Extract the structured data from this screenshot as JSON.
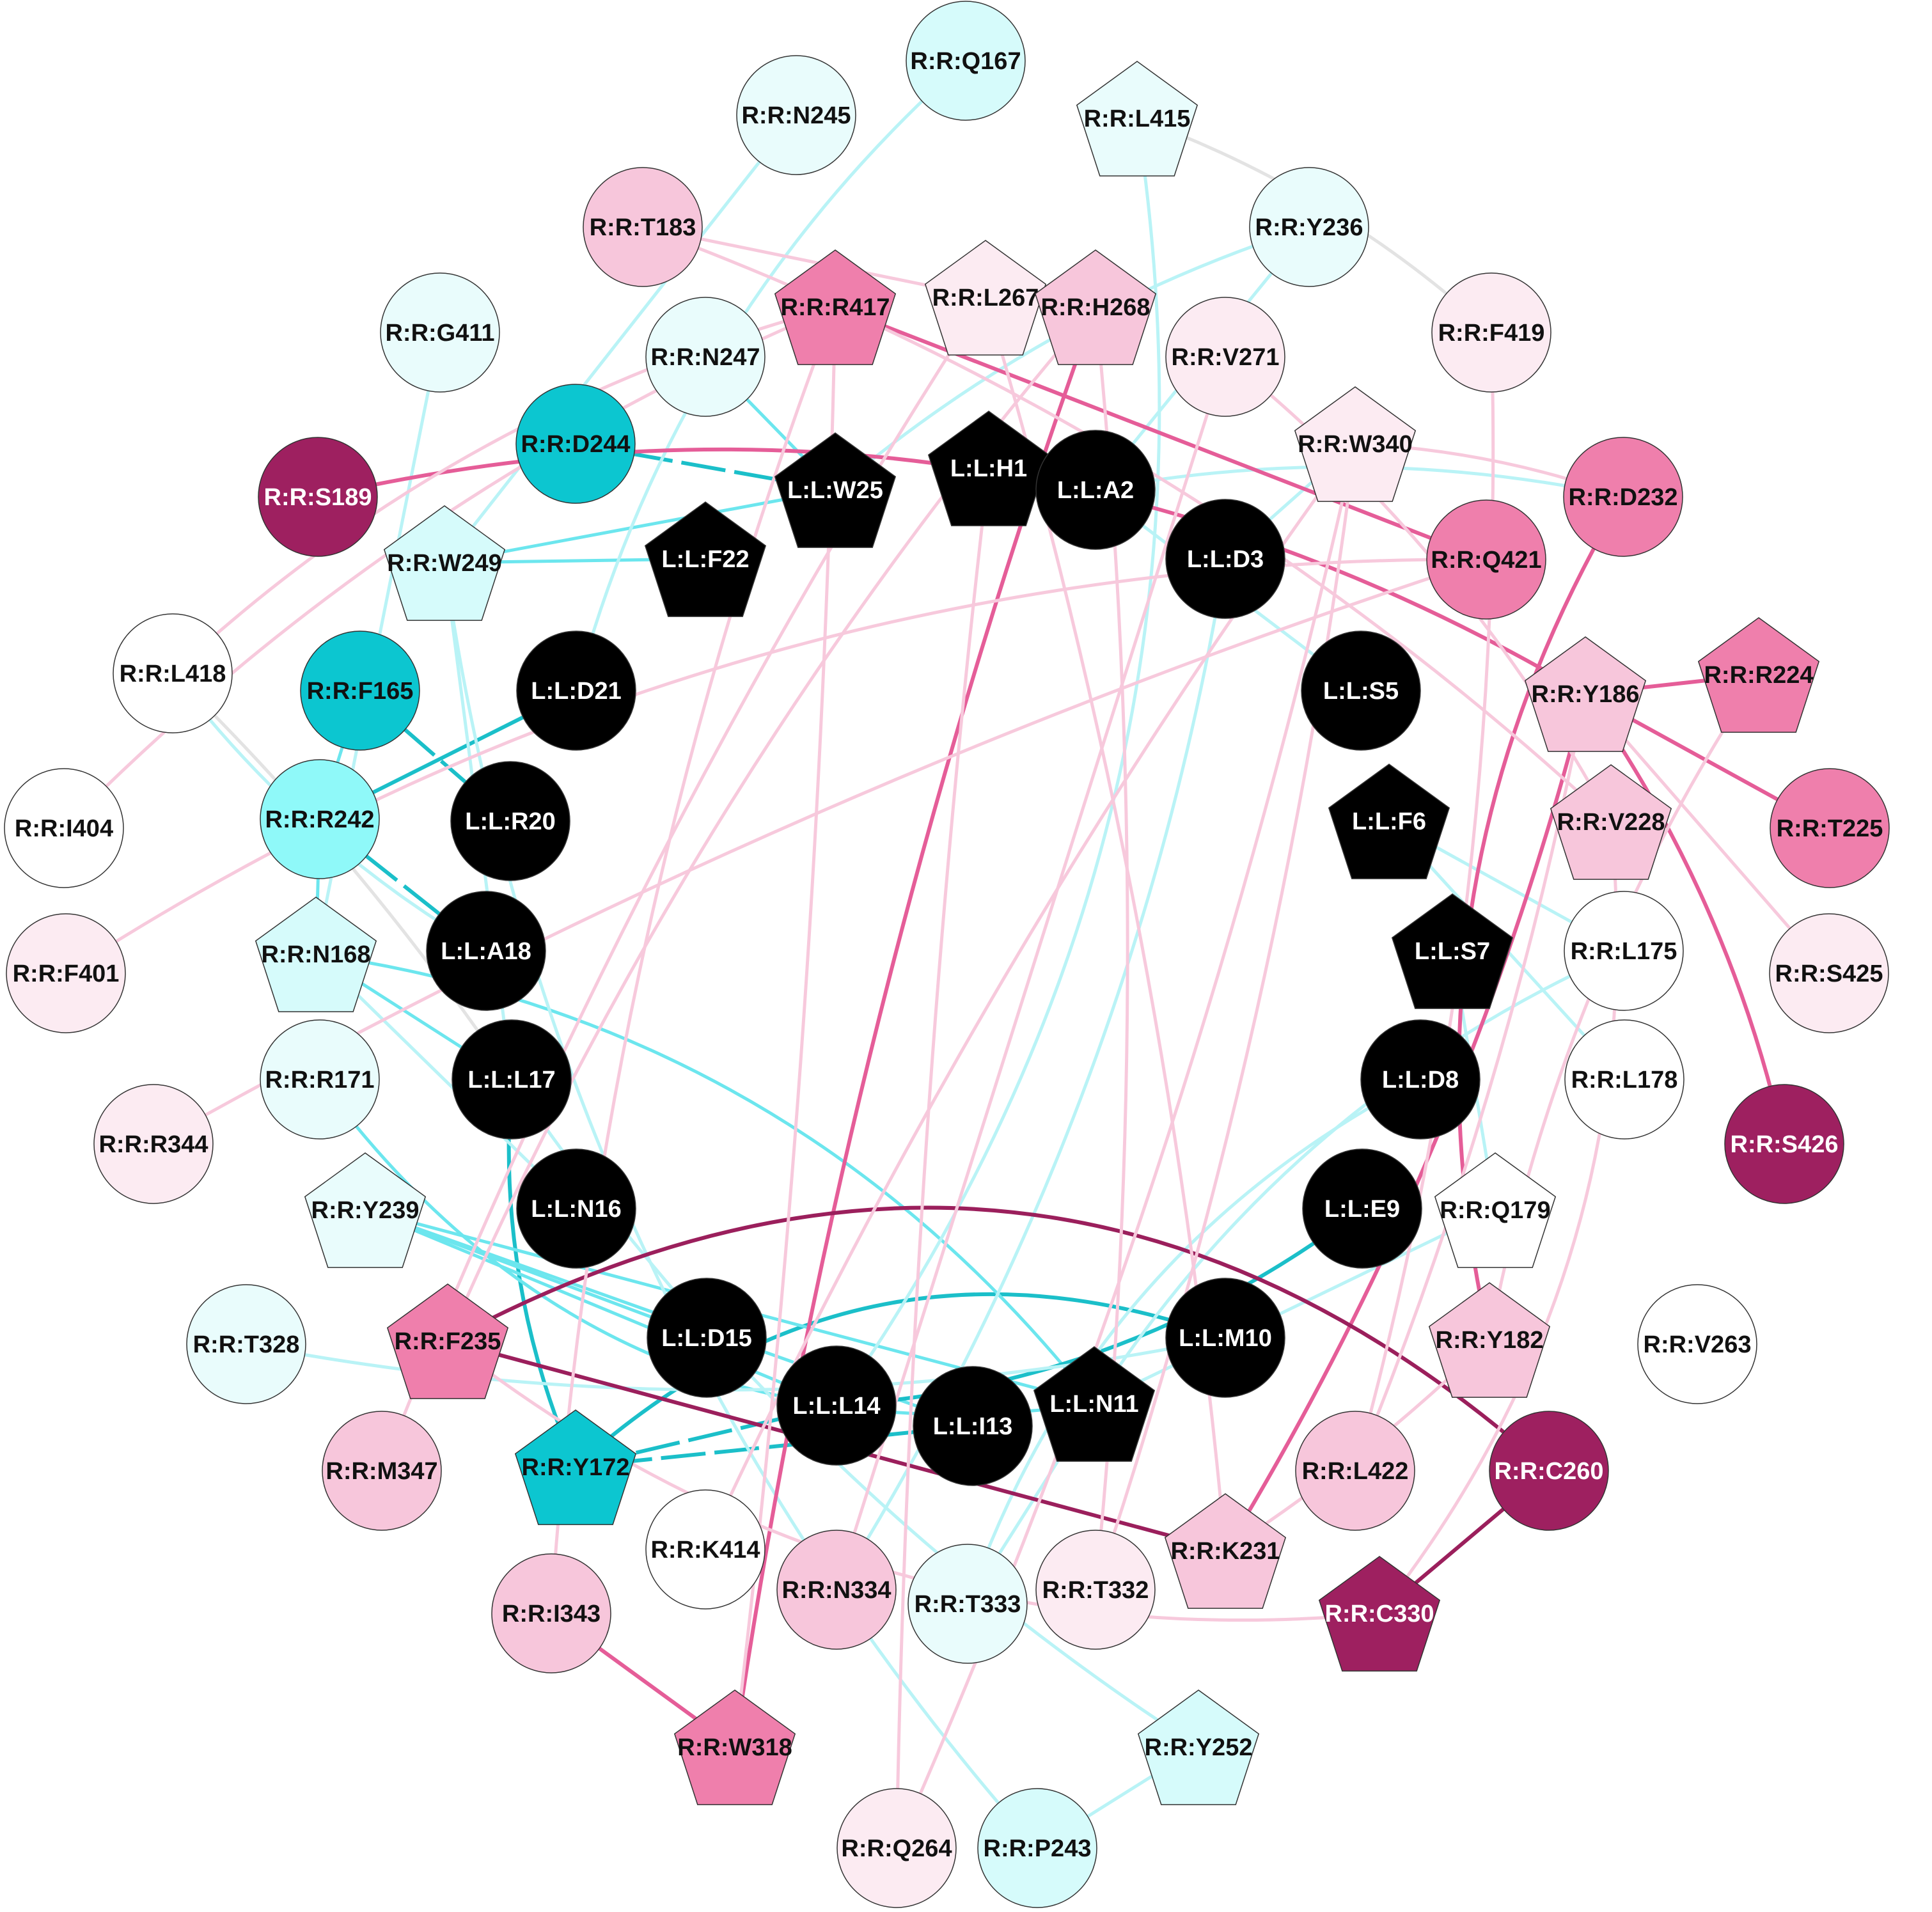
{
  "palette": {
    "black": "#000000",
    "white": "#ffffff",
    "c_pale": "#e9fcfc",
    "c_light": "#d6fbfb",
    "c_mid": "#8ff9f9",
    "c_dark": "#0cc6d0",
    "m_pale": "#fcebf2",
    "m_light": "#f7c6db",
    "m_mid": "#ef7fac",
    "m_dark": "#9e2060",
    "e_cyan_pale": "#b9f3f6",
    "e_cyan": "#6ce6ee",
    "e_cyan_dark": "#1bbfc9",
    "e_pink_pale": "#f7c9dc",
    "e_pink": "#ee86b1",
    "e_pink_mid": "#e55d98",
    "e_maroon": "#9b1f5c",
    "e_grey": "#e3e3e3"
  },
  "nodes": [
    {
      "id": "L:L:H1",
      "label": "L:L:H1",
      "shape": "pentagon",
      "fill": "black"
    },
    {
      "id": "L:L:A2",
      "label": "L:L:A2",
      "shape": "circle",
      "fill": "black"
    },
    {
      "id": "L:L:D3",
      "label": "L:L:D3",
      "shape": "circle",
      "fill": "black"
    },
    {
      "id": "L:L:S5",
      "label": "L:L:S5",
      "shape": "circle",
      "fill": "black"
    },
    {
      "id": "L:L:F6",
      "label": "L:L:F6",
      "shape": "pentagon",
      "fill": "black"
    },
    {
      "id": "L:L:S7",
      "label": "L:L:S7",
      "shape": "pentagon",
      "fill": "black"
    },
    {
      "id": "L:L:D8",
      "label": "L:L:D8",
      "shape": "circle",
      "fill": "black"
    },
    {
      "id": "L:L:E9",
      "label": "L:L:E9",
      "shape": "circle",
      "fill": "black"
    },
    {
      "id": "L:L:M10",
      "label": "L:L:M10",
      "shape": "circle",
      "fill": "black"
    },
    {
      "id": "L:L:N11",
      "label": "L:L:N11",
      "shape": "pentagon",
      "fill": "black"
    },
    {
      "id": "L:L:I13",
      "label": "L:L:I13",
      "shape": "circle",
      "fill": "black"
    },
    {
      "id": "L:L:L14",
      "label": "L:L:L14",
      "shape": "circle",
      "fill": "black"
    },
    {
      "id": "L:L:D15",
      "label": "L:L:D15",
      "shape": "circle",
      "fill": "black"
    },
    {
      "id": "L:L:N16",
      "label": "L:L:N16",
      "shape": "circle",
      "fill": "black"
    },
    {
      "id": "L:L:L17",
      "label": "L:L:L17",
      "shape": "circle",
      "fill": "black"
    },
    {
      "id": "L:L:A18",
      "label": "L:L:A18",
      "shape": "circle",
      "fill": "black"
    },
    {
      "id": "L:L:R20",
      "label": "L:L:R20",
      "shape": "circle",
      "fill": "black"
    },
    {
      "id": "L:L:D21",
      "label": "L:L:D21",
      "shape": "circle",
      "fill": "black"
    },
    {
      "id": "L:L:F22",
      "label": "L:L:F22",
      "shape": "pentagon",
      "fill": "black"
    },
    {
      "id": "L:L:W25",
      "label": "L:L:W25",
      "shape": "pentagon",
      "fill": "black"
    },
    {
      "id": "R:R:Q167",
      "label": "R:R:Q167",
      "shape": "circle",
      "fill": "c_light"
    },
    {
      "id": "R:R:N245",
      "label": "R:R:N245",
      "shape": "circle",
      "fill": "c_pale"
    },
    {
      "id": "R:R:L415",
      "label": "R:R:L415",
      "shape": "pentagon",
      "fill": "c_pale"
    },
    {
      "id": "R:R:T183",
      "label": "R:R:T183",
      "shape": "circle",
      "fill": "m_light"
    },
    {
      "id": "R:R:Y236",
      "label": "R:R:Y236",
      "shape": "circle",
      "fill": "c_pale"
    },
    {
      "id": "R:R:R417",
      "label": "R:R:R417",
      "shape": "pentagon",
      "fill": "m_mid"
    },
    {
      "id": "R:R:L267",
      "label": "R:R:L267",
      "shape": "pentagon",
      "fill": "m_pale"
    },
    {
      "id": "R:R:H268",
      "label": "R:R:H268",
      "shape": "pentagon",
      "fill": "m_light"
    },
    {
      "id": "R:R:G411",
      "label": "R:R:G411",
      "shape": "circle",
      "fill": "c_pale"
    },
    {
      "id": "R:R:F419",
      "label": "R:R:F419",
      "shape": "circle",
      "fill": "m_pale"
    },
    {
      "id": "R:R:N247",
      "label": "R:R:N247",
      "shape": "circle",
      "fill": "c_pale"
    },
    {
      "id": "R:R:V271",
      "label": "R:R:V271",
      "shape": "circle",
      "fill": "m_pale"
    },
    {
      "id": "R:R:D244",
      "label": "R:R:D244",
      "shape": "circle",
      "fill": "c_dark"
    },
    {
      "id": "R:R:W340",
      "label": "R:R:W340",
      "shape": "pentagon",
      "fill": "m_pale"
    },
    {
      "id": "R:R:S189",
      "label": "R:R:S189",
      "shape": "circle",
      "fill": "m_dark"
    },
    {
      "id": "R:R:D232",
      "label": "R:R:D232",
      "shape": "circle",
      "fill": "m_mid"
    },
    {
      "id": "R:R:W249",
      "label": "R:R:W249",
      "shape": "pentagon",
      "fill": "c_light"
    },
    {
      "id": "R:R:Q421",
      "label": "R:R:Q421",
      "shape": "circle",
      "fill": "m_mid"
    },
    {
      "id": "R:R:L418",
      "label": "R:R:L418",
      "shape": "circle",
      "fill": "white"
    },
    {
      "id": "R:R:F165",
      "label": "R:R:F165",
      "shape": "circle",
      "fill": "c_dark"
    },
    {
      "id": "R:R:Y186",
      "label": "R:R:Y186",
      "shape": "pentagon",
      "fill": "m_light"
    },
    {
      "id": "R:R:R224",
      "label": "R:R:R224",
      "shape": "pentagon",
      "fill": "m_mid"
    },
    {
      "id": "R:R:I404",
      "label": "R:R:I404",
      "shape": "circle",
      "fill": "white"
    },
    {
      "id": "R:R:R242",
      "label": "R:R:R242",
      "shape": "circle",
      "fill": "c_mid"
    },
    {
      "id": "R:R:V228",
      "label": "R:R:V228",
      "shape": "pentagon",
      "fill": "m_light"
    },
    {
      "id": "R:R:T225",
      "label": "R:R:T225",
      "shape": "circle",
      "fill": "m_mid"
    },
    {
      "id": "R:R:F401",
      "label": "R:R:F401",
      "shape": "circle",
      "fill": "m_pale"
    },
    {
      "id": "R:R:N168",
      "label": "R:R:N168",
      "shape": "pentagon",
      "fill": "c_light"
    },
    {
      "id": "R:R:L175",
      "label": "R:R:L175",
      "shape": "circle",
      "fill": "white"
    },
    {
      "id": "R:R:S425",
      "label": "R:R:S425",
      "shape": "circle",
      "fill": "m_pale"
    },
    {
      "id": "R:R:R171",
      "label": "R:R:R171",
      "shape": "circle",
      "fill": "c_pale"
    },
    {
      "id": "R:R:L178",
      "label": "R:R:L178",
      "shape": "circle",
      "fill": "white"
    },
    {
      "id": "R:R:R344",
      "label": "R:R:R344",
      "shape": "circle",
      "fill": "m_pale"
    },
    {
      "id": "R:R:S426",
      "label": "R:R:S426",
      "shape": "circle",
      "fill": "m_dark"
    },
    {
      "id": "R:R:Y239",
      "label": "R:R:Y239",
      "shape": "pentagon",
      "fill": "c_pale"
    },
    {
      "id": "R:R:Q179",
      "label": "R:R:Q179",
      "shape": "pentagon",
      "fill": "white"
    },
    {
      "id": "R:R:T328",
      "label": "R:R:T328",
      "shape": "circle",
      "fill": "c_pale"
    },
    {
      "id": "R:R:F235",
      "label": "R:R:F235",
      "shape": "pentagon",
      "fill": "m_mid"
    },
    {
      "id": "R:R:Y182",
      "label": "R:R:Y182",
      "shape": "pentagon",
      "fill": "m_light"
    },
    {
      "id": "R:R:V263",
      "label": "R:R:V263",
      "shape": "circle",
      "fill": "white"
    },
    {
      "id": "R:R:M347",
      "label": "R:R:M347",
      "shape": "circle",
      "fill": "m_light"
    },
    {
      "id": "R:R:Y172",
      "label": "R:R:Y172",
      "shape": "pentagon",
      "fill": "c_dark"
    },
    {
      "id": "R:R:L422",
      "label": "R:R:L422",
      "shape": "circle",
      "fill": "m_light"
    },
    {
      "id": "R:R:C260",
      "label": "R:R:C260",
      "shape": "circle",
      "fill": "m_dark"
    },
    {
      "id": "R:R:K414",
      "label": "R:R:K414",
      "shape": "circle",
      "fill": "white"
    },
    {
      "id": "R:R:K231",
      "label": "R:R:K231",
      "shape": "pentagon",
      "fill": "m_light"
    },
    {
      "id": "R:R:N334",
      "label": "R:R:N334",
      "shape": "circle",
      "fill": "m_light"
    },
    {
      "id": "R:R:T333",
      "label": "R:R:T333",
      "shape": "circle",
      "fill": "c_pale"
    },
    {
      "id": "R:R:T332",
      "label": "R:R:T332",
      "shape": "circle",
      "fill": "m_pale"
    },
    {
      "id": "R:R:I343",
      "label": "R:R:I343",
      "shape": "circle",
      "fill": "m_light"
    },
    {
      "id": "R:R:C330",
      "label": "R:R:C330",
      "shape": "pentagon",
      "fill": "m_dark"
    },
    {
      "id": "R:R:W318",
      "label": "R:R:W318",
      "shape": "pentagon",
      "fill": "m_mid"
    },
    {
      "id": "R:R:Y252",
      "label": "R:R:Y252",
      "shape": "pentagon",
      "fill": "c_light"
    },
    {
      "id": "R:R:Q264",
      "label": "R:R:Q264",
      "shape": "circle",
      "fill": "m_pale"
    },
    {
      "id": "R:R:P243",
      "label": "R:R:P243",
      "shape": "circle",
      "fill": "c_light"
    }
  ],
  "edges": [
    {
      "from": "R:R:D244",
      "to": "L:L:W25",
      "color": "e_cyan_dark",
      "dash": true
    },
    {
      "from": "L:L:W25",
      "to": "R:R:W249",
      "color": "e_cyan"
    },
    {
      "from": "L:L:F22",
      "to": "R:R:W249",
      "color": "e_cyan"
    },
    {
      "from": "L:L:D21",
      "to": "R:R:R242",
      "color": "e_cyan_dark"
    },
    {
      "from": "R:R:F165",
      "to": "L:L:R20",
      "color": "e_cyan_dark",
      "dash": true
    },
    {
      "from": "R:R:R242",
      "to": "L:L:A18",
      "color": "e_cyan_dark",
      "dash": true
    },
    {
      "from": "L:L:L17",
      "to": "R:R:Y172",
      "color": "e_cyan_dark",
      "curve": 25
    },
    {
      "from": "L:L:M10",
      "to": "R:R:Y172",
      "color": "e_cyan_dark",
      "curve": 60
    },
    {
      "from": "L:L:L14",
      "to": "R:R:Y172",
      "color": "e_cyan_dark",
      "dash": true
    },
    {
      "from": "L:L:I13",
      "to": "R:R:Y172",
      "color": "e_cyan_dark",
      "dash": true
    },
    {
      "from": "R:R:N247",
      "to": "L:L:W25",
      "color": "e_cyan"
    },
    {
      "from": "R:R:F165",
      "to": "R:R:R242",
      "color": "e_cyan"
    },
    {
      "from": "R:R:R242",
      "to": "R:R:N168",
      "color": "e_cyan"
    },
    {
      "from": "R:R:R171",
      "to": "L:L:N11",
      "color": "e_cyan",
      "curve": 60
    },
    {
      "from": "R:R:Y239",
      "to": "L:L:N11",
      "color": "e_cyan"
    },
    {
      "from": "R:R:Y239",
      "to": "L:L:I13",
      "color": "e_cyan"
    },
    {
      "from": "R:R:Y239",
      "to": "L:L:L14",
      "color": "e_cyan"
    },
    {
      "from": "R:R:Y239",
      "to": "L:L:D15",
      "color": "e_cyan"
    },
    {
      "from": "R:R:N168",
      "to": "L:L:N11",
      "color": "e_cyan",
      "curve": -40
    },
    {
      "from": "L:L:E9",
      "to": "L:L:L14",
      "color": "e_cyan_dark",
      "curve": -30
    },
    {
      "from": "L:L:D8",
      "to": "R:R:T333",
      "color": "e_cyan_pale",
      "curve": 40
    },
    {
      "from": "L:L:F6",
      "to": "R:R:L175",
      "color": "e_cyan_pale"
    },
    {
      "from": "L:L:F6",
      "to": "R:R:L178",
      "color": "e_cyan_pale"
    },
    {
      "from": "L:L:S7",
      "to": "R:R:Q179",
      "color": "e_cyan_pale"
    },
    {
      "from": "L:L:D3",
      "to": "R:R:W340",
      "color": "e_cyan_pale"
    },
    {
      "from": "L:L:A2",
      "to": "R:R:Y236",
      "color": "e_cyan_pale"
    },
    {
      "from": "L:L:A2",
      "to": "R:R:D232",
      "color": "e_cyan_pale",
      "curve": -20
    },
    {
      "from": "R:R:Q167",
      "to": "L:L:D21",
      "color": "e_cyan_pale",
      "curve": 30
    },
    {
      "from": "R:R:N245",
      "to": "R:R:W249",
      "color": "e_cyan_pale"
    },
    {
      "from": "R:R:L415",
      "to": "L:L:L14",
      "color": "e_cyan_pale",
      "curve": -40
    },
    {
      "from": "R:R:G411",
      "to": "R:R:N168",
      "color": "e_cyan_pale"
    },
    {
      "from": "R:R:T328",
      "to": "L:L:M10",
      "color": "e_cyan_pale",
      "curve": 20
    },
    {
      "from": "R:R:Y252",
      "to": "R:R:P243",
      "color": "e_cyan_pale"
    },
    {
      "from": "R:R:Y252",
      "to": "L:L:L17",
      "color": "e_cyan_pale",
      "curve": -20
    },
    {
      "from": "R:R:P243",
      "to": "R:R:W249",
      "color": "e_cyan_pale",
      "curve": -30
    },
    {
      "from": "R:R:T333",
      "to": "L:L:N11",
      "color": "e_cyan_pale"
    },
    {
      "from": "R:R:N334",
      "to": "L:L:D3",
      "color": "e_cyan_pale",
      "curve": 20
    },
    {
      "from": "R:R:Q179",
      "to": "L:L:N11",
      "color": "e_cyan_pale"
    },
    {
      "from": "R:R:L175",
      "to": "L:L:N11",
      "color": "e_cyan_pale",
      "curve": 30
    },
    {
      "from": "L:L:W25",
      "to": "R:R:Y236",
      "color": "e_cyan_pale",
      "curve": -20
    },
    {
      "from": "L:L:L17",
      "to": "R:R:W249",
      "color": "e_cyan_pale"
    },
    {
      "from": "L:L:N16",
      "to": "R:R:N168",
      "color": "e_cyan_pale"
    },
    {
      "from": "L:L:L17",
      "to": "R:R:N168",
      "color": "e_cyan"
    },
    {
      "from": "L:L:A18",
      "to": "R:R:L418",
      "color": "e_cyan_pale",
      "curve": -20
    },
    {
      "from": "L:L:S5",
      "to": "L:L:A2",
      "color": "e_cyan_pale"
    },
    {
      "from": "R:R:S189",
      "to": "R:R:Y186",
      "color": "e_pink_mid",
      "curve": -40
    },
    {
      "from": "R:R:R417",
      "to": "R:R:Q421",
      "color": "e_pink_mid"
    },
    {
      "from": "R:R:Y186",
      "to": "R:R:R224",
      "color": "e_pink_mid"
    },
    {
      "from": "R:R:Y186",
      "to": "R:R:T225",
      "color": "e_pink_mid"
    },
    {
      "from": "R:R:Y186",
      "to": "R:R:S426",
      "color": "e_pink_mid",
      "curve": -20
    },
    {
      "from": "R:R:D232",
      "to": "R:R:Y182",
      "color": "e_pink_mid",
      "curve": 40
    },
    {
      "from": "R:R:H268",
      "to": "R:R:W318",
      "color": "e_pink_mid",
      "curve": 10
    },
    {
      "from": "R:R:I343",
      "to": "R:R:W318",
      "color": "e_pink_mid"
    },
    {
      "from": "R:R:K231",
      "to": "R:R:Y186",
      "color": "e_pink_mid",
      "curve": 15
    },
    {
      "from": "R:R:F235",
      "to": "R:R:C260",
      "color": "e_maroon",
      "curve": -70
    },
    {
      "from": "R:R:F235",
      "to": "R:R:K231",
      "color": "e_maroon"
    },
    {
      "from": "R:R:C260",
      "to": "R:R:C330",
      "color": "e_maroon"
    },
    {
      "from": "R:R:T183",
      "to": "R:R:V228",
      "color": "e_pink_pale",
      "curve": -20
    },
    {
      "from": "R:R:R417",
      "to": "R:R:L418",
      "color": "e_pink_pale",
      "curve": 25
    },
    {
      "from": "R:R:R417",
      "to": "R:R:I404",
      "color": "e_pink_pale",
      "curve": 20
    },
    {
      "from": "R:R:R417",
      "to": "R:R:I343",
      "color": "e_pink_pale",
      "curve": 15
    },
    {
      "from": "R:R:L267",
      "to": "R:R:M347",
      "color": "e_pink_pale",
      "curve": 10
    },
    {
      "from": "R:R:L267",
      "to": "R:R:K231",
      "color": "e_pink_pale",
      "curve": -10
    },
    {
      "from": "R:R:H268",
      "to": "R:R:F235",
      "color": "e_pink_pale",
      "curve": 15
    },
    {
      "from": "R:R:V271",
      "to": "R:R:V228",
      "color": "e_pink_pale",
      "curve": -20
    },
    {
      "from": "R:R:V271",
      "to": "R:R:N334",
      "color": "e_pink_pale"
    },
    {
      "from": "R:R:W340",
      "to": "R:R:Q264",
      "color": "e_pink_pale",
      "curve": -10
    },
    {
      "from": "R:R:W340",
      "to": "R:R:K414",
      "color": "e_pink_pale",
      "curve": 10
    },
    {
      "from": "R:R:W340",
      "to": "R:R:T332",
      "color": "e_pink_pale",
      "curve": -10
    },
    {
      "from": "R:R:Q421",
      "to": "R:R:F401",
      "color": "e_pink_pale",
      "curve": 30
    },
    {
      "from": "R:R:Q421",
      "to": "R:R:R344",
      "color": "e_pink_pale",
      "curve": 10
    },
    {
      "from": "R:R:D232",
      "to": "R:R:W340",
      "color": "e_pink_pale",
      "curve": 15
    },
    {
      "from": "R:R:F419",
      "to": "R:R:L422",
      "color": "e_pink_pale",
      "curve": -15
    },
    {
      "from": "R:R:V228",
      "to": "R:R:C330",
      "color": "e_pink_pale",
      "curve": -40
    },
    {
      "from": "R:R:Y182",
      "to": "R:R:K231",
      "color": "e_pink_pale",
      "curve": -10
    },
    {
      "from": "R:R:L422",
      "to": "R:R:Y186",
      "color": "e_pink_pale",
      "curve": 10
    },
    {
      "from": "R:R:S425",
      "to": "R:R:Y186",
      "color": "e_pink_pale"
    },
    {
      "from": "R:R:R224",
      "to": "R:R:Y182",
      "color": "e_pink_pale",
      "curve": 20
    },
    {
      "from": "R:R:F235",
      "to": "R:R:C330",
      "color": "e_pink_pale",
      "curve": 40
    },
    {
      "from": "R:R:R417",
      "to": "R:R:W318",
      "color": "e_pink_pale",
      "curve": -5
    },
    {
      "from": "L:L:H1",
      "to": "R:R:Q264",
      "color": "e_pink_pale",
      "curve": 5
    },
    {
      "from": "R:R:T183",
      "to": "R:R:L267",
      "color": "e_pink_pale"
    },
    {
      "from": "R:R:H268",
      "to": "R:R:T332",
      "color": "e_pink_pale",
      "curve": -10
    },
    {
      "from": "R:R:L415",
      "to": "R:R:F419",
      "color": "e_grey",
      "curve": -20
    },
    {
      "from": "R:R:L418",
      "to": "L:L:L17",
      "color": "e_grey",
      "curve": -10
    }
  ]
}
